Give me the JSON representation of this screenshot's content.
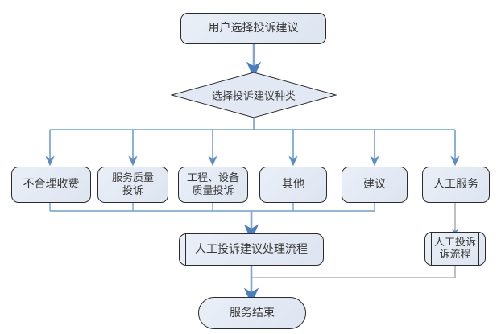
{
  "diagram": {
    "title_node": {
      "label": "用户选择投诉建议"
    },
    "decision": {
      "label": "选择投诉建议种类"
    },
    "categories": [
      {
        "id": "unreasonable-charge",
        "label": "不合理收费"
      },
      {
        "id": "service-quality",
        "label": "服务质量\n投诉"
      },
      {
        "id": "engineering-equipment-quality",
        "label": "工程、设备\n质量投诉"
      },
      {
        "id": "other",
        "label": "其他"
      },
      {
        "id": "suggestion",
        "label": "建议"
      },
      {
        "id": "manual-service",
        "label": "人工服务"
      }
    ],
    "processes": [
      {
        "id": "manual-complaint-suggestion-process",
        "label": "人工投诉建议处理流程"
      },
      {
        "id": "manual-complaint-process",
        "label": "人工投诉\n诉流程"
      }
    ],
    "end_node": {
      "label": "服务结束"
    },
    "colors": {
      "node_fill": "#e6ecf6",
      "node_border": "#2b2b2b",
      "text": "#3a3a3a",
      "connector": "#7fa6d4",
      "connector_dark": "#4a7fbf",
      "thin_connector": "#8c8c8c",
      "background": "#ffffff"
    }
  }
}
